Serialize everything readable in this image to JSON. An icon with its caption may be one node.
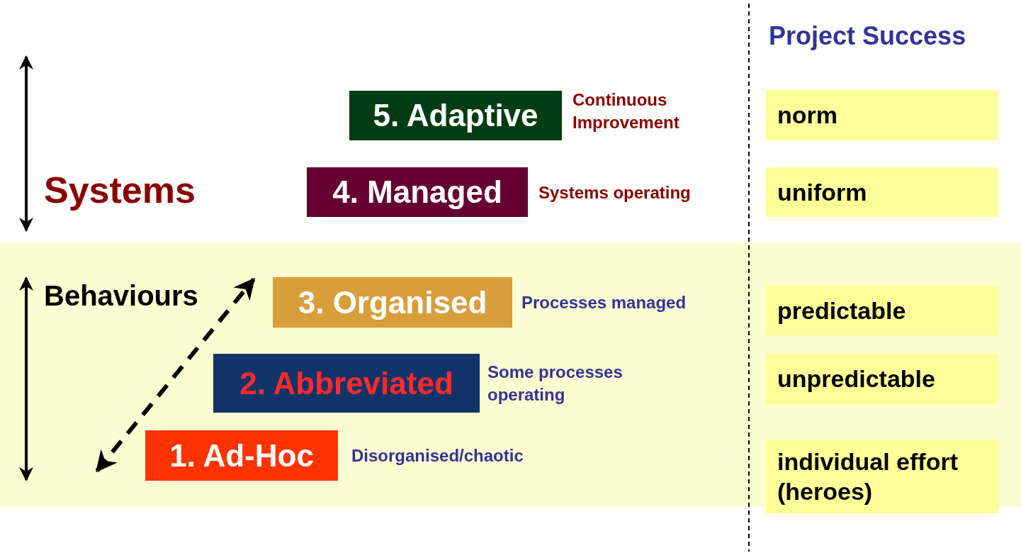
{
  "diagram": {
    "nodes": [
      {
        "text": [
          "Behaviours"
        ]
      },
      {
        "text": [
          "5. Adaptive"
        ],
        "beside": [
          "Continuous Improvement"
        ]
      },
      {
        "text": [
          "4. Managed"
        ],
        "beside": [
          "Systems operating"
        ]
      },
      {
        "text": [
          "3. Organised"
        ],
        "beside": [
          "Processes managed"
        ],
        "in": 0
      },
      {
        "text": [
          "2. Abbreviated"
        ],
        "beside": [
          "Some processes operating"
        ],
        "in": 0
      },
      {
        "text": [
          "1. Ad-Hoc"
        ],
        "beside": [
          "Disorganised/chaotic"
        ],
        "in": 0
      },
      {
        "text": [
          "norm"
        ]
      },
      {
        "text": [
          "uniform"
        ]
      },
      {
        "text": [
          "predictable"
        ],
        "in": 0
      },
      {
        "text": [
          "unpredictable"
        ],
        "in": 0
      },
      {
        "text": [
          "individual effort (heroes)"
        ],
        "in": 0
      }
    ],
    "labels": [
      "Project Success",
      "Systems"
    ]
  }
}
